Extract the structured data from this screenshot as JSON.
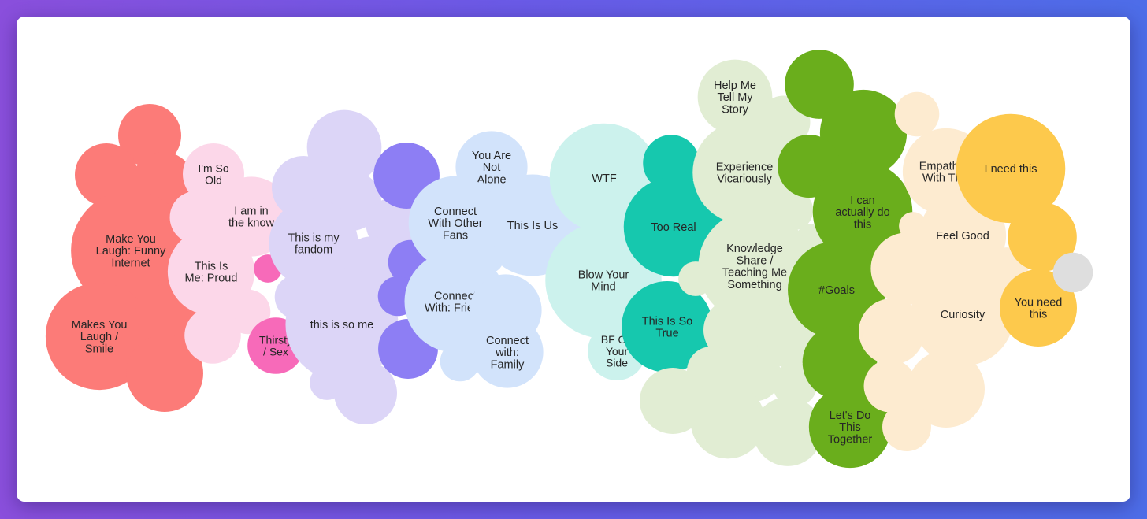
{
  "colors": {
    "red": "#fc7b78",
    "pink_light": "#fcd7e9",
    "pink_hot": "#f76ab9",
    "lavender": "#dcd5f7",
    "violet": "#8d7ef4",
    "blue_light": "#d2e3fb",
    "mint": "#ccf2ed",
    "teal": "#16c8ae",
    "sage": "#e1edd3",
    "green": "#6aae1c",
    "cream": "#fdebd0",
    "yellow": "#fdc94c",
    "gray": "#dedede"
  },
  "chart_data": {
    "type": "bubble",
    "title": "",
    "bubbles": [
      {
        "label": "",
        "group": "red",
        "value": 1
      },
      {
        "label": "",
        "group": "red",
        "value": 1
      },
      {
        "label": "",
        "group": "red",
        "value": 1
      },
      {
        "label": "Make You Laugh: Funny Internet",
        "group": "red",
        "value": 3.6
      },
      {
        "label": "Makes You Laugh / Smile",
        "group": "red",
        "value": 2.9
      },
      {
        "label": "",
        "group": "red",
        "value": 1
      },
      {
        "label": "",
        "group": "red",
        "value": 1.5
      },
      {
        "label": "I'm So Old",
        "group": "pink_light",
        "value": 0.95
      },
      {
        "label": "",
        "group": "pink_light",
        "value": 0.7
      },
      {
        "label": "I am in the know",
        "group": "pink_light",
        "value": 1.6
      },
      {
        "label": "This Is Me: Proud",
        "group": "pink_light",
        "value": 1.9
      },
      {
        "label": "",
        "group": "pink_light",
        "value": 0.5
      },
      {
        "label": "",
        "group": "pink_light",
        "value": 0.8
      },
      {
        "label": "",
        "group": "pink_hot",
        "value": 0.2
      },
      {
        "label": "Thirsty / Sex",
        "group": "pink_hot",
        "value": 0.8
      },
      {
        "label": "",
        "group": "lavender",
        "value": 1.4
      },
      {
        "label": "",
        "group": "lavender",
        "value": 1
      },
      {
        "label": "",
        "group": "lavender",
        "value": 0.9
      },
      {
        "label": "This is my fandom",
        "group": "lavender",
        "value": 2
      },
      {
        "label": "",
        "group": "lavender",
        "value": 0.7
      },
      {
        "label": "",
        "group": "lavender",
        "value": 0.7
      },
      {
        "label": "",
        "group": "lavender",
        "value": 0.5
      },
      {
        "label": "this is so me",
        "group": "lavender",
        "value": 3.2
      },
      {
        "label": "",
        "group": "lavender",
        "value": 0.3
      },
      {
        "label": "",
        "group": "lavender",
        "value": 1
      },
      {
        "label": "",
        "group": "violet",
        "value": 1.1
      },
      {
        "label": "",
        "group": "violet",
        "value": 0.5
      },
      {
        "label": "",
        "group": "violet",
        "value": 0.4
      },
      {
        "label": "",
        "group": "violet",
        "value": 0.9
      },
      {
        "label": "You Are Not Alone",
        "group": "blue_light",
        "value": 1.3
      },
      {
        "label": "Connect With Other Fans",
        "group": "blue_light",
        "value": 2.2
      },
      {
        "label": "This Is Us",
        "group": "blue_light",
        "value": 2.6
      },
      {
        "label": "",
        "group": "blue_light",
        "value": 0.2
      },
      {
        "label": "Connect With: Friend",
        "group": "blue_light",
        "value": 2.6
      },
      {
        "label": "",
        "group": "blue_light",
        "value": 1.3
      },
      {
        "label": "Connect with: Family",
        "group": "blue_light",
        "value": 1.3
      },
      {
        "label": "",
        "group": "blue_light",
        "value": 0.4
      },
      {
        "label": "WTF",
        "group": "mint",
        "value": 3
      },
      {
        "label": "Blow Your Mind",
        "group": "mint",
        "value": 3.4
      },
      {
        "label": "BF On Your Side",
        "group": "mint",
        "value": 0.85
      },
      {
        "label": "",
        "group": "teal",
        "value": 0.8
      },
      {
        "label": "Too Real",
        "group": "teal",
        "value": 2.5
      },
      {
        "label": "This Is So True",
        "group": "teal",
        "value": 2.1
      },
      {
        "label": "Help Me Tell My Story",
        "group": "sage",
        "value": 1.4
      },
      {
        "label": "",
        "group": "sage",
        "value": 0.7
      },
      {
        "label": "Experience Vicariously",
        "group": "sage",
        "value": 2.7
      },
      {
        "label": "",
        "group": "sage",
        "value": 0.4
      },
      {
        "label": "",
        "group": "sage",
        "value": 0.3
      },
      {
        "label": "Knowledge Share / Teaching Me Something",
        "group": "sage",
        "value": 3.2
      },
      {
        "label": "",
        "group": "sage",
        "value": 0.3
      },
      {
        "label": "",
        "group": "sage",
        "value": 1
      },
      {
        "label": "",
        "group": "sage",
        "value": 1
      },
      {
        "label": "",
        "group": "sage",
        "value": 0.6
      },
      {
        "label": "",
        "group": "sage",
        "value": 0.7
      },
      {
        "label": "",
        "group": "sage",
        "value": 0.5
      },
      {
        "label": "",
        "group": "sage",
        "value": 1.1
      },
      {
        "label": "",
        "group": "sage",
        "value": 1.4
      },
      {
        "label": "",
        "group": "sage",
        "value": 1.2
      },
      {
        "label": "",
        "group": "green",
        "value": 1.2
      },
      {
        "label": "",
        "group": "green",
        "value": 1.9
      },
      {
        "label": "",
        "group": "green",
        "value": 1
      },
      {
        "label": "I can actually do this",
        "group": "green",
        "value": 2.5
      },
      {
        "label": "#Goals",
        "group": "green",
        "value": 2.4
      },
      {
        "label": "",
        "group": "green",
        "value": 1.4
      },
      {
        "label": "Let's Do This Together",
        "group": "green",
        "value": 1.7
      },
      {
        "label": "",
        "group": "cream",
        "value": 0.5
      },
      {
        "label": "Empathize With This",
        "group": "cream",
        "value": 1.9
      },
      {
        "label": "",
        "group": "cream",
        "value": 0.2
      },
      {
        "label": "Feel Good",
        "group": "cream",
        "value": 1.9
      },
      {
        "label": "",
        "group": "cream",
        "value": 1.3
      },
      {
        "label": "Curiosity",
        "group": "cream",
        "value": 2.7
      },
      {
        "label": "",
        "group": "cream",
        "value": 0.45
      },
      {
        "label": "",
        "group": "cream",
        "value": 1.1
      },
      {
        "label": "",
        "group": "cream",
        "value": 0.7
      },
      {
        "label": "",
        "group": "cream",
        "value": 1.5
      },
      {
        "label": "",
        "group": "cream",
        "value": 0.6
      },
      {
        "label": "I need this",
        "group": "yellow",
        "value": 3
      },
      {
        "label": "",
        "group": "yellow",
        "value": 1.2
      },
      {
        "label": "You need this",
        "group": "yellow",
        "value": 1.5
      },
      {
        "label": "",
        "group": "gray",
        "value": 0.4
      }
    ]
  }
}
